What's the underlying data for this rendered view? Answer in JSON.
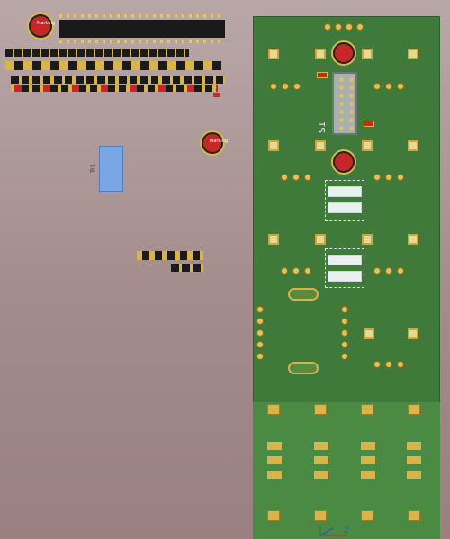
{
  "board": {
    "designator_s1": "S1",
    "designator_tr1": "Tr1",
    "cap_marking": "Marking"
  },
  "axis": {
    "z_label": "Z"
  },
  "colors": {
    "background_top": "#b9a7a7",
    "board_green": "#3f7a3a",
    "pad_gold": "#d8b44a",
    "transformer_blue": "#7aa6e6"
  },
  "icons": {
    "axis": "axis-triad-icon"
  }
}
